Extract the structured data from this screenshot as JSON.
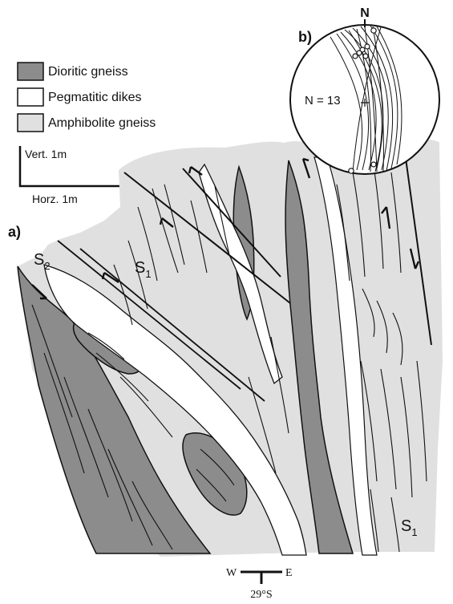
{
  "legend": {
    "items": [
      {
        "label": "Dioritic gneiss",
        "color": "#8c8c8c"
      },
      {
        "label": "Pegmatitic dikes",
        "color": "#ffffff"
      },
      {
        "label": "Amphibolite gneiss",
        "color": "#e0e0e0"
      }
    ]
  },
  "scale": {
    "vertical": "Vert. 1m",
    "horizontal": "Horz. 1m"
  },
  "panels": {
    "a": "a)",
    "b": "b)"
  },
  "foliation": {
    "s1": "S",
    "s1_sub": "1",
    "s2": "S",
    "s2_sub": "2"
  },
  "stereonet": {
    "north": "N",
    "count": "N = 13"
  },
  "orientation": {
    "west": "W",
    "east": "E",
    "attitude": "29°S"
  },
  "colors": {
    "dioritic": "#8c8c8c",
    "amphibolite": "#e0e0e0",
    "pegmatite": "#ffffff",
    "ink": "#111111"
  }
}
